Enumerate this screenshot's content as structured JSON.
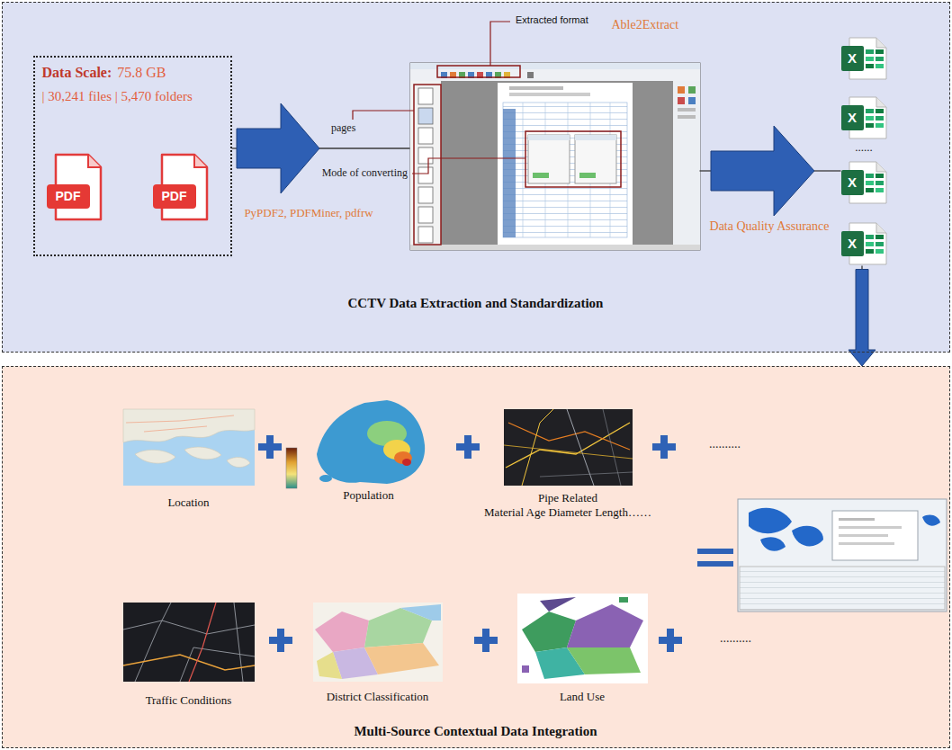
{
  "diagram": {
    "nodes": [
      {
        "text": [
          "CCTV Data Extraction and Standardization"
        ]
      },
      {
        "text": [
          "Data Scale:",
          "75.8 GB",
          "| 30,241 files | 5,470 folders"
        ],
        "in": 0
      },
      {
        "text": [
          "PDF"
        ],
        "in": 1
      },
      {
        "text": [
          "PDF"
        ],
        "in": 1
      },
      {
        "text": [
          "Able2Extract"
        ],
        "in": 0
      },
      {
        "text": [
          "X"
        ],
        "in": 0
      },
      {
        "text": [
          "X"
        ],
        "in": 0
      },
      {
        "text": [
          "X"
        ],
        "in": 0
      },
      {
        "text": [
          "X"
        ],
        "in": 0
      },
      {
        "text": [
          "Multi-Source Contextual Data Integration"
        ]
      },
      {
        "text": [
          "Location"
        ],
        "in": 9
      },
      {
        "text": [
          "Population"
        ],
        "in": 9
      },
      {
        "text": [
          "Pipe Related",
          "Material Age Diameter Length……"
        ],
        "in": 9
      },
      {
        "text": [
          "Traffic Conditions"
        ],
        "in": 9
      },
      {
        "text": [
          "District Classification"
        ],
        "in": 9
      },
      {
        "text": [
          "Land Use"
        ],
        "in": 9
      }
    ],
    "edges": [
      {
        "from": 1,
        "to": 4,
        "arrow": "to",
        "label": "PyPDF2, PDFMiner, pdfrw"
      },
      {
        "from": 4,
        "to": 7,
        "arrow": "to",
        "label": "Data Quality Assurance"
      },
      {
        "from": 8,
        "to": 9,
        "arrow": "to"
      }
    ],
    "labels": [
      "Extracted format",
      "pages",
      "Mode of converting",
      "......",
      "..........",
      ".........."
    ]
  }
}
